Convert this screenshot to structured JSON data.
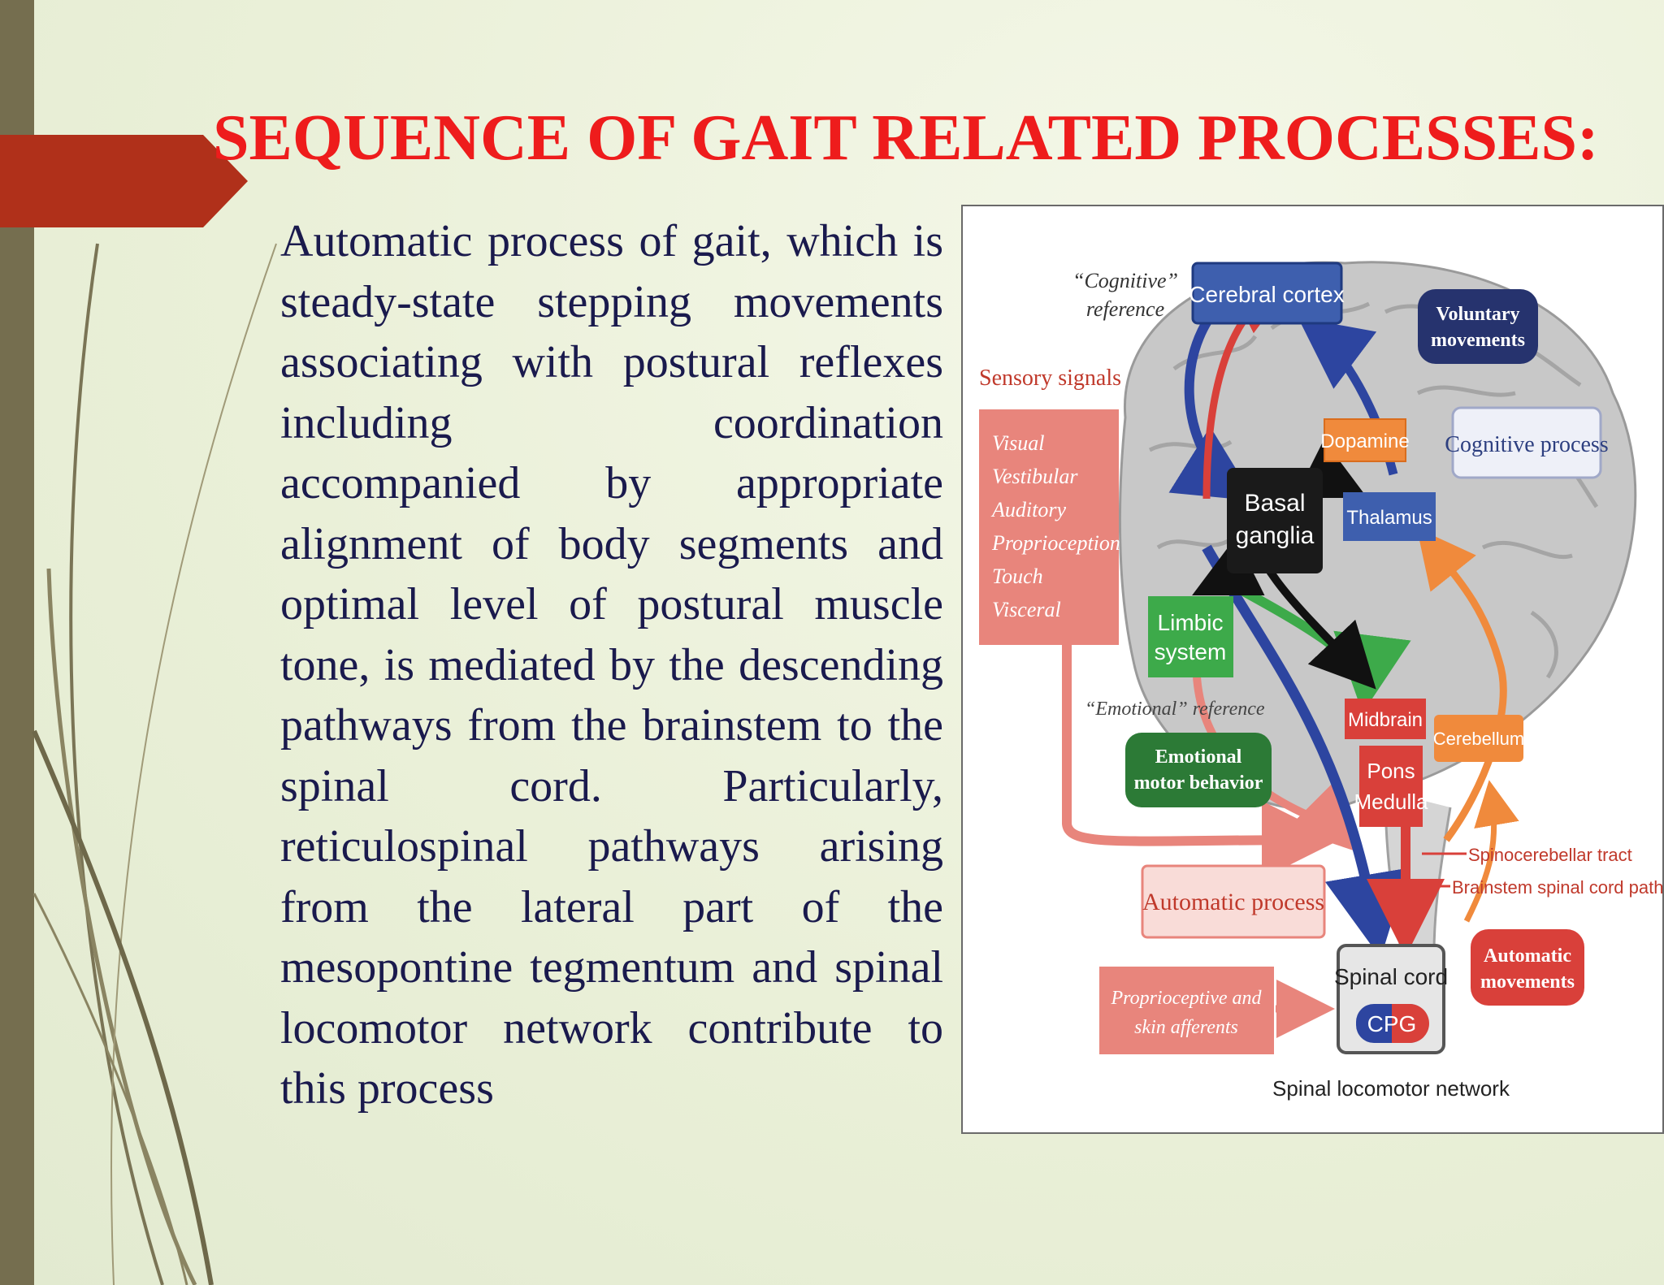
{
  "slide": {
    "title": "SEQUENCE OF GAIT RELATED PROCESSES:",
    "body": "Automatic process of gait, which is steady-state stepping movements associating with postural reflexes including coordination accompanied by appropriate alignment of body segments and optimal level of postural muscle tone, is mediated by the descending pathways from the brainstem to the spinal cord. Particularly, reticulospinal pathways arising from the lateral part of the mesopontine tegmentum and spinal locomotor network contribute to this process"
  },
  "colors": {
    "title": "#ee1c1c",
    "body_text": "#1a1a4d",
    "left_bar": "#756e4f",
    "ribbon": "#b0301a",
    "blue_box": "#3e5fae",
    "navy_box": "#26336e",
    "red_box": "#d9403a",
    "orange_box": "#f08a3c",
    "green_box": "#3daa4a",
    "dark_green_box": "#2c7a36",
    "pink_box": "#e8857c",
    "black_box": "#1a1a1a"
  },
  "figure": {
    "cognitive_reference": [
      "“Cognitive”",
      "reference"
    ],
    "cerebral_cortex": "Cerebral cortex",
    "voluntary_movements": [
      "Voluntary",
      "movements"
    ],
    "sensory_signals": "Sensory signals",
    "sensory_list": [
      "Visual",
      "Vestibular",
      "Auditory",
      "Proprioception",
      "Touch",
      "Visceral"
    ],
    "dopamine": "Dopamine",
    "cognitive_process": "Cognitive process",
    "basal_ganglia": [
      "Basal",
      "ganglia"
    ],
    "thalamus": "Thalamus",
    "limbic_system": [
      "Limbic",
      "system"
    ],
    "emotional_reference": "“Emotional” reference",
    "emotional_motor_behavior": [
      "Emotional",
      "motor behavior"
    ],
    "midbrain": "Midbrain",
    "pons_medulla": [
      "Pons",
      "Medulla"
    ],
    "cerebellum": "Cerebellum",
    "spinocerebellar_tract": "Spinocerebellar tract",
    "brainstem_spinal_cord_pathways": "Brainstem spinal cord pathways",
    "automatic_process": "Automatic process",
    "automatic_movements": [
      "Automatic",
      "movements"
    ],
    "proprioceptive_afferents": [
      "Proprioceptive and",
      "skin afferents"
    ],
    "spinal_cord": "Spinal cord",
    "cpg": "CPG",
    "spinal_locomotor_network": "Spinal locomotor network"
  }
}
